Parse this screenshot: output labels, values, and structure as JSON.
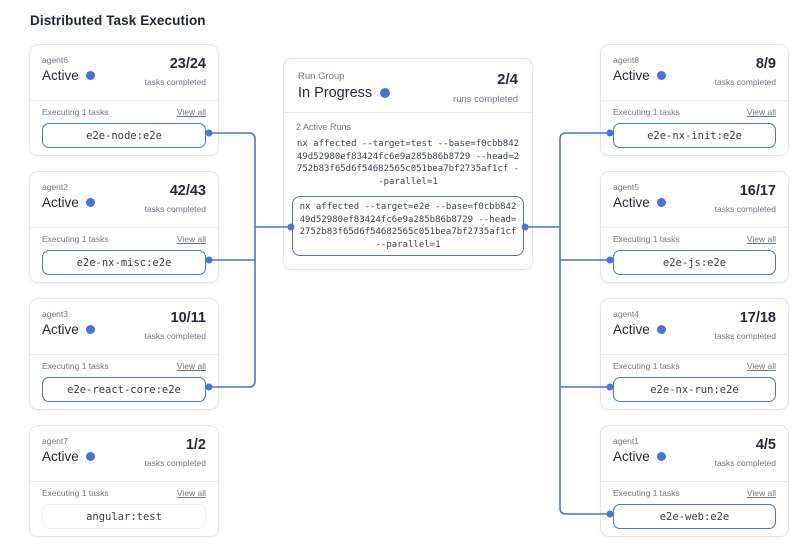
{
  "title": "Distributed Task Execution",
  "colors": {
    "accent_blue": "#4573db",
    "connector_blue": "#4b74d2",
    "card_border": "#e3e6ea",
    "muted_text": "#6f7683",
    "dark_text": "#252b38"
  },
  "run_group": {
    "label": "Run Group",
    "status": "In Progress",
    "progress": "2/4",
    "progress_caption": "runs completed",
    "active_runs_label": "2 Active Runs",
    "runs": [
      {
        "command": "nx affected --target=test --base=f0cbb84249d52980ef83424fc6e9a285b86b8729 --head=2752b83f65d6f54682565c051bea7bf2735af1cf --parallel=1",
        "highlighted": false
      },
      {
        "command": "nx affected --target=e2e --base=f0cbb84249d52980ef83424fc6e9a285b86b8729 --head=2752b83f65d6f54682565c051bea7bf2735af1cf --parallel=1",
        "highlighted": true
      }
    ]
  },
  "agents": {
    "left": [
      {
        "name": "agent6",
        "status": "Active",
        "progress": "23/24",
        "progress_caption": "tasks completed",
        "executing_label": "Executing 1 tasks",
        "view_all_label": "View all",
        "task": "e2e-node:e2e",
        "connected": true
      },
      {
        "name": "agent2",
        "status": "Active",
        "progress": "42/43",
        "progress_caption": "tasks completed",
        "executing_label": "Executing 1 tasks",
        "view_all_label": "View all",
        "task": "e2e-nx-misc:e2e",
        "connected": true
      },
      {
        "name": "agent3",
        "status": "Active",
        "progress": "10/11",
        "progress_caption": "tasks completed",
        "executing_label": "Executing 1 tasks",
        "view_all_label": "View all",
        "task": "e2e-react-core:e2e",
        "connected": true
      },
      {
        "name": "agent7",
        "status": "Active",
        "progress": "1/2",
        "progress_caption": "tasks completed",
        "executing_label": "Executing 1 tasks",
        "view_all_label": "View all",
        "task": "angular:test",
        "connected": false
      }
    ],
    "right": [
      {
        "name": "agent8",
        "status": "Active",
        "progress": "8/9",
        "progress_caption": "tasks completed",
        "executing_label": "Executing 1 tasks",
        "view_all_label": "View all",
        "task": "e2e-nx-init:e2e",
        "connected": true
      },
      {
        "name": "agent5",
        "status": "Active",
        "progress": "16/17",
        "progress_caption": "tasks completed",
        "executing_label": "Executing 1 tasks",
        "view_all_label": "View all",
        "task": "e2e-js:e2e",
        "connected": true
      },
      {
        "name": "agent4",
        "status": "Active",
        "progress": "17/18",
        "progress_caption": "tasks completed",
        "executing_label": "Executing 1 tasks",
        "view_all_label": "View all",
        "task": "e2e-nx-run:e2e",
        "connected": true
      },
      {
        "name": "agent1",
        "status": "Active",
        "progress": "4/5",
        "progress_caption": "tasks completed",
        "executing_label": "Executing 1 tasks",
        "view_all_label": "View all",
        "task": "e2e-web:e2e",
        "connected": true
      }
    ]
  }
}
